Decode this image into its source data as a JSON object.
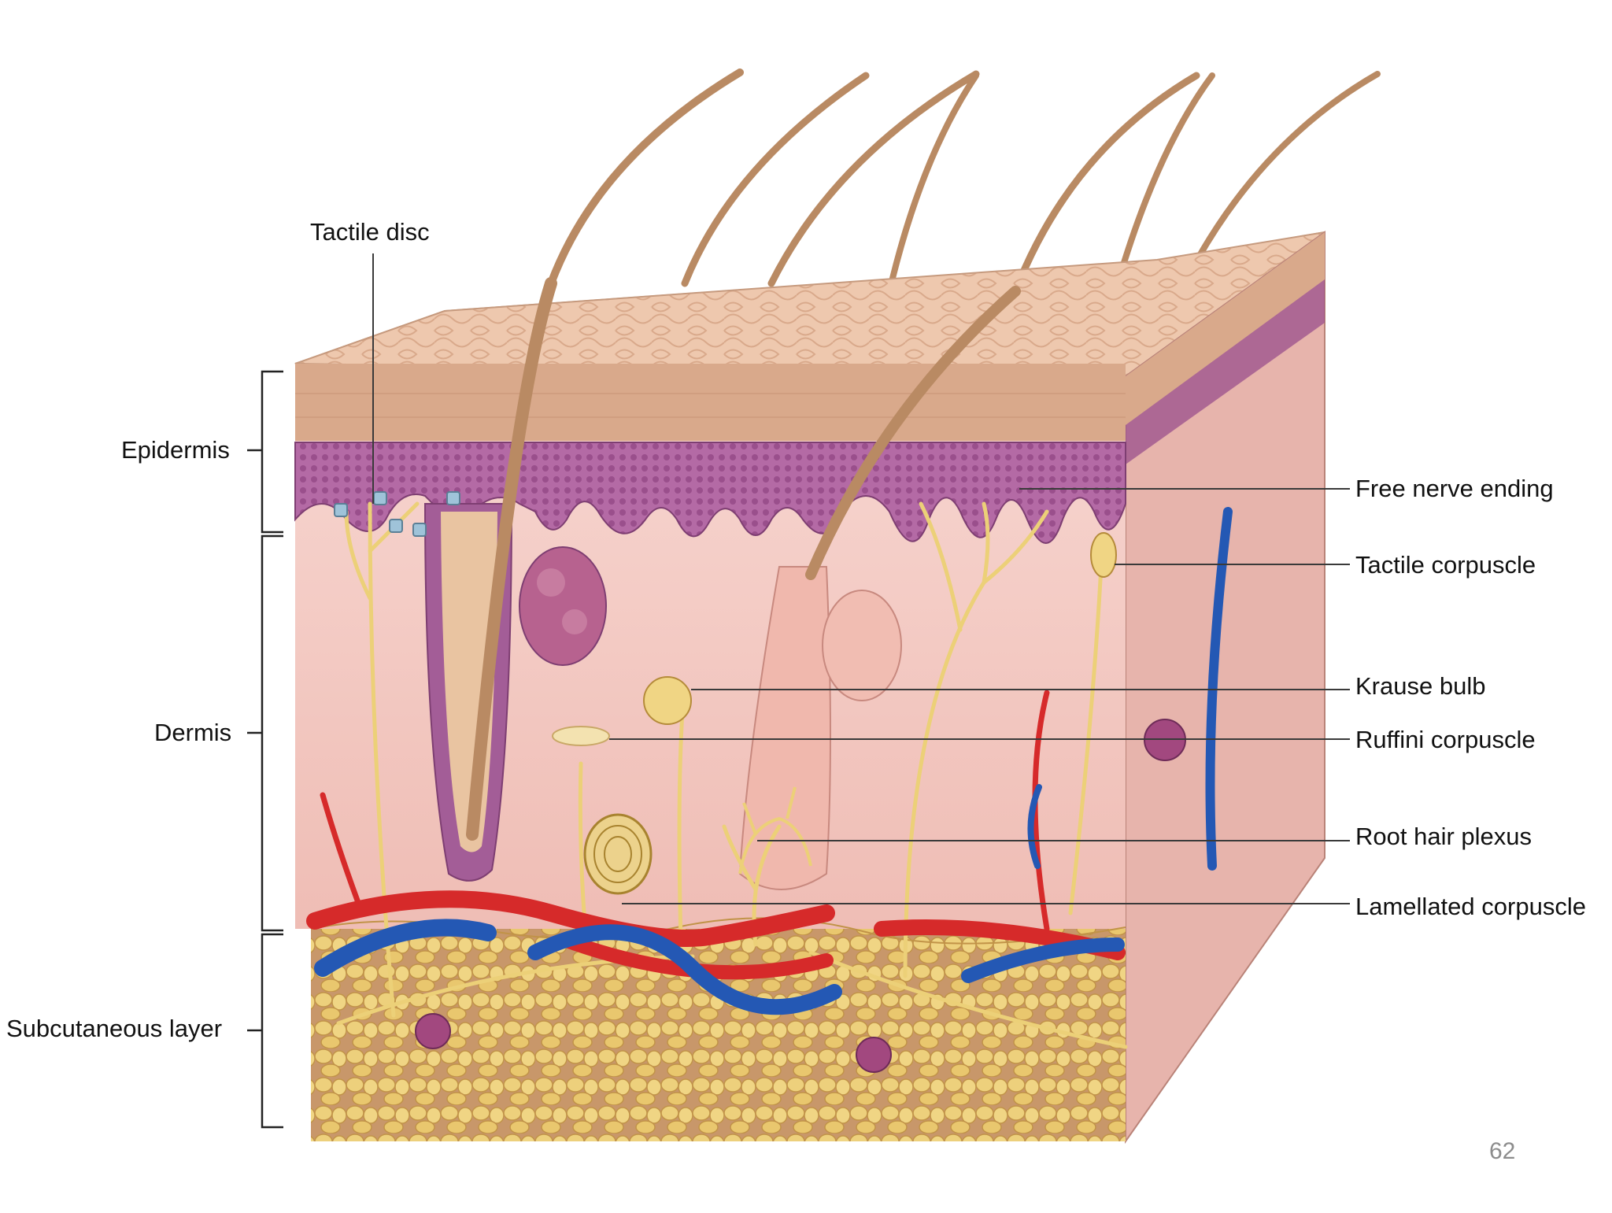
{
  "slide_number": "62",
  "layers": {
    "epidermis": "Epidermis",
    "dermis": "Dermis",
    "subcutaneous": "Subcutaneous layer"
  },
  "structures": {
    "tactile_disc": "Tactile disc",
    "free_nerve_ending": "Free nerve ending",
    "tactile_corpuscle": "Tactile corpuscle",
    "krause_bulb": "Krause bulb",
    "ruffini_corpuscle": "Ruffini corpuscle",
    "root_hair_plexus": "Root hair plexus",
    "lamellated_corpuscle": "Lamellated corpuscle"
  },
  "colors": {
    "epidermis_surface": "#eec8ae",
    "epidermis_stratum": "#d9a98b",
    "basal_layer": "#a35d97",
    "dermis": "#f5cbc5",
    "side_face": "#e7b4ac",
    "subcutaneous_fat": "#e8c46a",
    "hair": "#b98a63",
    "nerve": "#ecd078",
    "artery": "#d62a2a",
    "vein": "#2458b4",
    "gland": "#b7628f"
  }
}
